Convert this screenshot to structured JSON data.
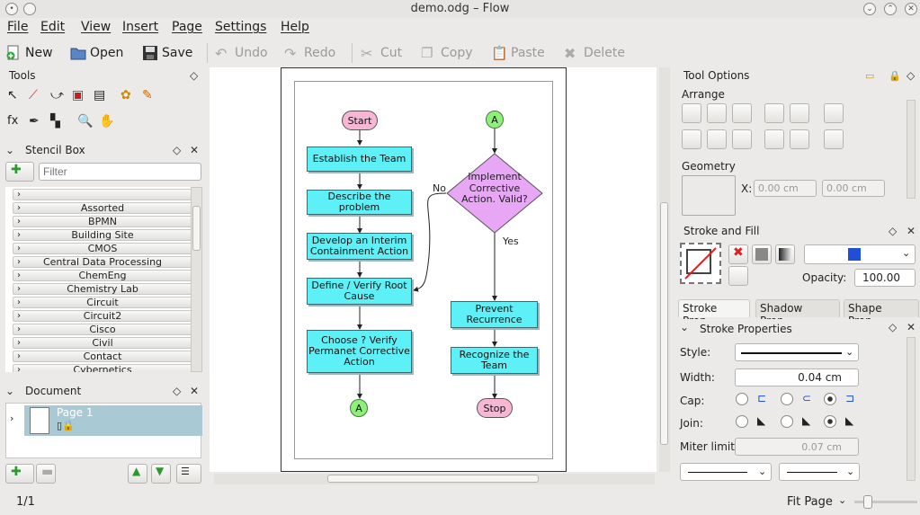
{
  "window": {
    "title": "demo.odg – Flow"
  },
  "menus": [
    "File",
    "Edit",
    "View",
    "Insert",
    "Page",
    "Settings",
    "Help"
  ],
  "toolbar": {
    "new": "New",
    "open": "Open",
    "save": "Save",
    "undo": "Undo",
    "redo": "Redo",
    "cut": "Cut",
    "copy": "Copy",
    "paste": "Paste",
    "delete": "Delete"
  },
  "tools": {
    "title": "Tools"
  },
  "stencil": {
    "title": "Stencil Box",
    "filter_placeholder": "Filter",
    "items": [
      "",
      "Assorted",
      "BPMN",
      "Building Site",
      "CMOS",
      "Central Data Processing",
      "ChemEng",
      "Chemistry Lab",
      "Circuit",
      "Circuit2",
      "Cisco",
      "Civil",
      "Contact",
      "Cybernetics"
    ]
  },
  "document": {
    "title": "Document",
    "page": "Page 1"
  },
  "canvas": {
    "nodes": {
      "start": "Start",
      "team": "Establish the Team",
      "problem": "Describe the problem",
      "interim": "Develop an Interim Containment Action",
      "root": "Define / Verify Root Cause",
      "choose": "Choose ? Verify Permanet Corrective Action",
      "a_bottom": "A",
      "a_top": "A",
      "decision": "Implement Corrective Action. Valid?",
      "no": "No",
      "yes": "Yes",
      "prevent": "Prevent Recurrence",
      "recognize": "Recognize the Team",
      "stop": "Stop"
    }
  },
  "tool_options": {
    "title": "Tool Options",
    "arrange": "Arrange",
    "geometry": "Geometry",
    "x_label": "X:",
    "x_value": "0.00 cm",
    "y_value": "0.00 cm"
  },
  "stroke_fill": {
    "title": "Stroke and Fill",
    "opacity_label": "Opacity:",
    "opacity_value": "100.00",
    "accent": "#1f4fd6"
  },
  "tabs": [
    "Stroke Prop...",
    "Shadow Prop...",
    "Shape Prop..."
  ],
  "stroke_props": {
    "title": "Stroke Properties",
    "style": "Style:",
    "width": "Width:",
    "width_value": "0.04 cm",
    "cap": "Cap:",
    "join": "Join:",
    "miter": "Miter limit:",
    "miter_value": "0.07 cm"
  },
  "status": {
    "page": "1/1",
    "zoom": "Fit Page"
  }
}
